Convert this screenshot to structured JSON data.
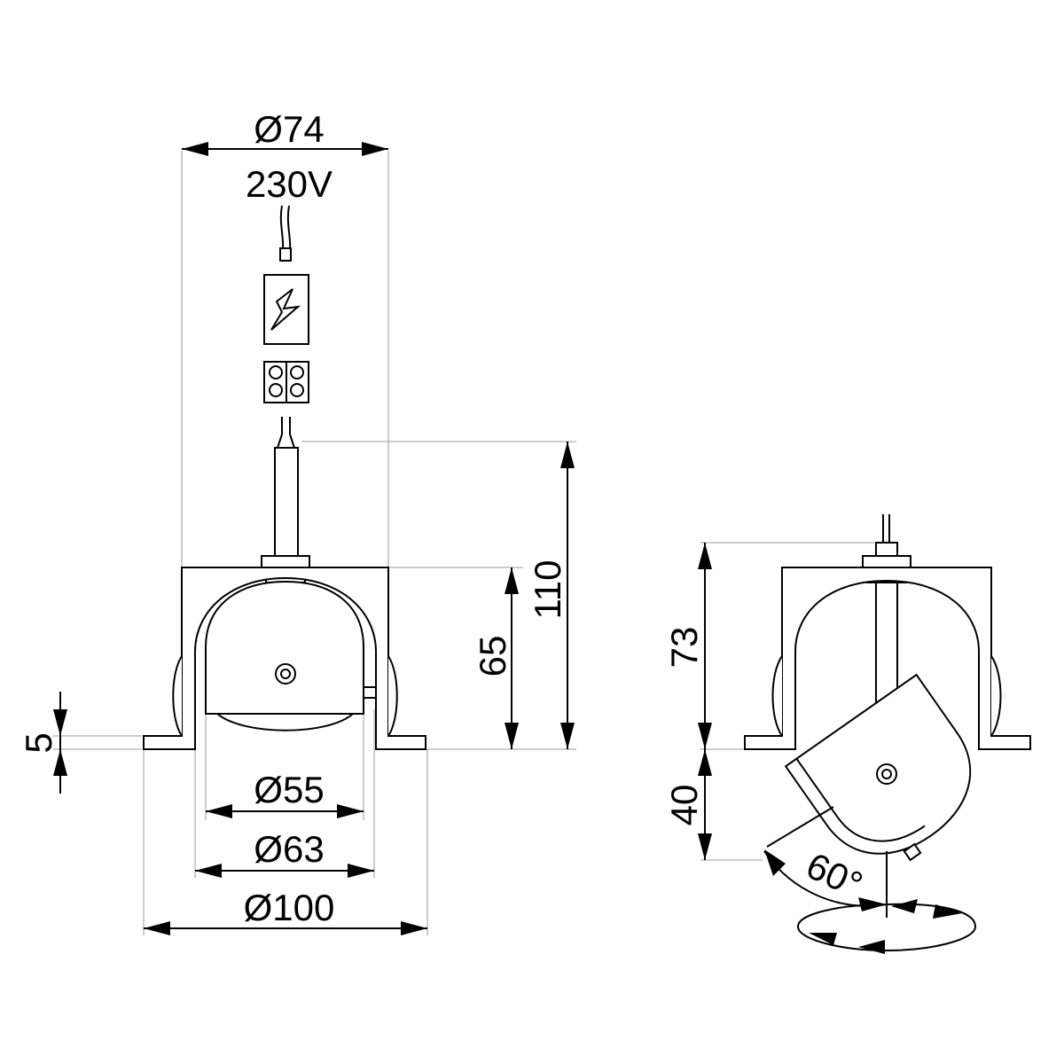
{
  "dimensions": {
    "diameter_top": "Ø74",
    "voltage": "230V",
    "height_total": "110",
    "height_bracket": "65",
    "plate_thickness": "5",
    "diameter_inner": "Ø55",
    "diameter_mid": "Ø63",
    "diameter_outer": "Ø100",
    "side_height_upper": "73",
    "side_height_lower": "40",
    "tilt_angle": "60°"
  },
  "colors": {
    "line": "#000000",
    "extension_line": "#999999",
    "background": "#ffffff"
  }
}
